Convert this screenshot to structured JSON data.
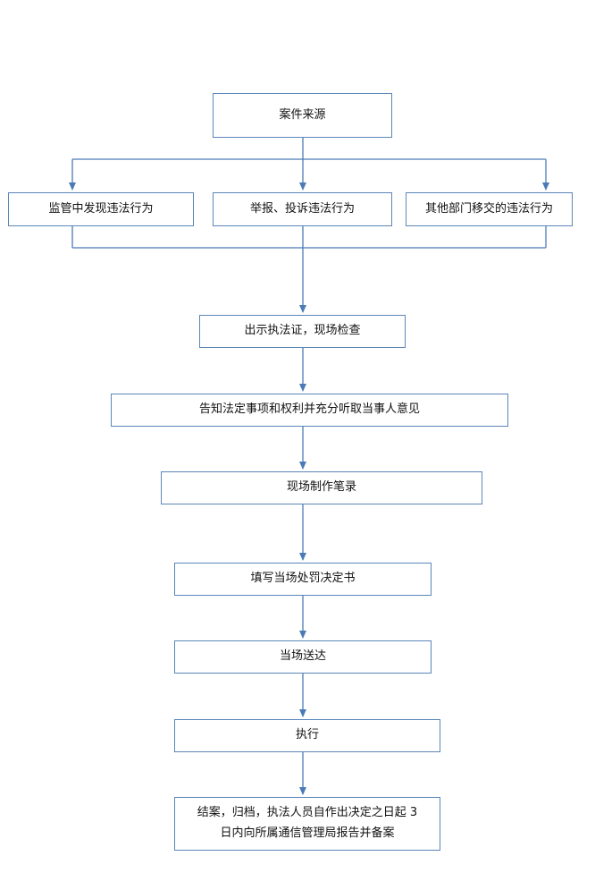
{
  "colors": {
    "line": "#4a7bb7",
    "border": "#5b86b8",
    "text": "#111111"
  },
  "nodes": {
    "source": "案件来源",
    "supervision": "监管中发现违法行为",
    "report": "举报、投诉违法行为",
    "transfer": "其他部门移交的违法行为",
    "show_cert": "出示执法证，现场检查",
    "inform": "告知法定事项和权利并充分听取当事人意见",
    "record": "现场制作笔录",
    "fill": "填写当场处罚决定书",
    "deliver": "当场送达",
    "execute": "执行",
    "close_line1": "结案，归档，执法人员自作出决定之日起 3",
    "close_line2": "日内向所属通信管理局报告并备案"
  }
}
